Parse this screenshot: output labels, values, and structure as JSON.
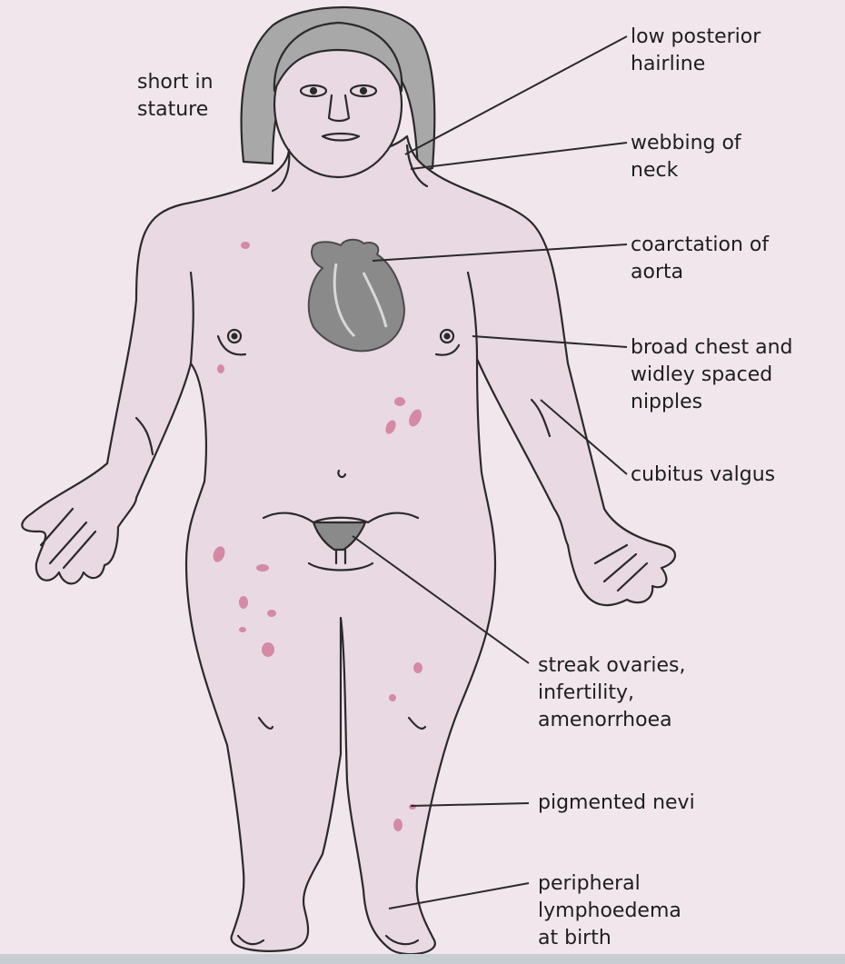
{
  "labels": {
    "short_stature": [
      "short in",
      "stature"
    ],
    "low_hairline": [
      "low posterior",
      "hairline"
    ],
    "webbing_neck": [
      "webbing of",
      "neck"
    ],
    "coarctation": [
      "coarctation of",
      "aorta"
    ],
    "broad_chest": [
      "broad chest and",
      "widley spaced",
      "nipples"
    ],
    "cubitus_valgus": [
      "cubitus valgus"
    ],
    "streak_ovaries": [
      "streak ovaries,",
      "infertility,",
      "amenorrhoea"
    ],
    "pigmented_nevi": [
      "pigmented nevi"
    ],
    "lymphoedema": [
      "peripheral",
      "lymphoedema",
      "at birth"
    ]
  },
  "colors": {
    "background": "#f1e6ec",
    "skin": "#e9d9e3",
    "outline": "#2a2a2a",
    "nevi": "#d48aa4",
    "heart": "#8a8a8a"
  }
}
